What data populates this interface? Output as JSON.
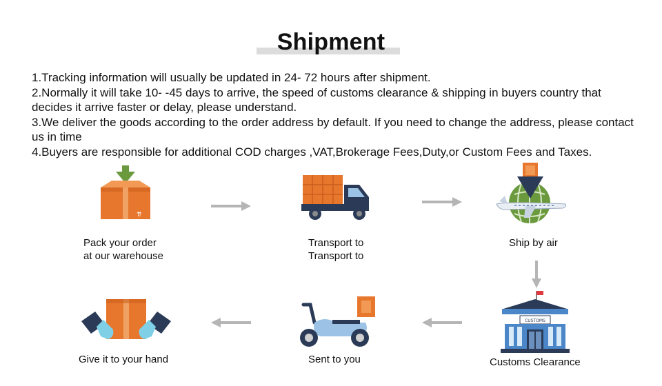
{
  "title": "Shipment",
  "notes": [
    "1.Tracking information will usually be updated in 24- 72 hours after shipment.",
    "2.Normally it will take 10- -45 days to arrive, the speed of customs clearance & shipping in buyers country that decides it arrive faster or delay, please understand.",
    "3.We deliver the goods according to the order address by default. If you need to change the address, please contact us in time",
    "4.Buyers are responsible for additional COD charges ,VAT,Brokerage Fees,Duty,or Custom Fees and Taxes."
  ],
  "steps": {
    "pack": {
      "line1": "Pack your order",
      "line2": "at our warehouse",
      "icon": "package-box-icon"
    },
    "transport": {
      "line1": "Transport to",
      "line2": "Transport to",
      "icon": "truck-icon"
    },
    "air": {
      "line1": "Ship by air",
      "icon": "airplane-globe-icon"
    },
    "customs": {
      "line1": "Customs Clearance",
      "sign": "CUSTOMS",
      "icon": "customs-building-icon"
    },
    "sent": {
      "line1": "Sent to you",
      "icon": "scooter-icon"
    },
    "hand": {
      "line1": "Give it to your hand",
      "icon": "hands-box-icon"
    }
  },
  "colors": {
    "orange": "#e8772e",
    "orange_dark": "#c85e1c",
    "navy": "#2b3b57",
    "green": "#6b9a3e",
    "arrow_gray": "#b5b5b5",
    "building_blue": "#4a86c8"
  }
}
